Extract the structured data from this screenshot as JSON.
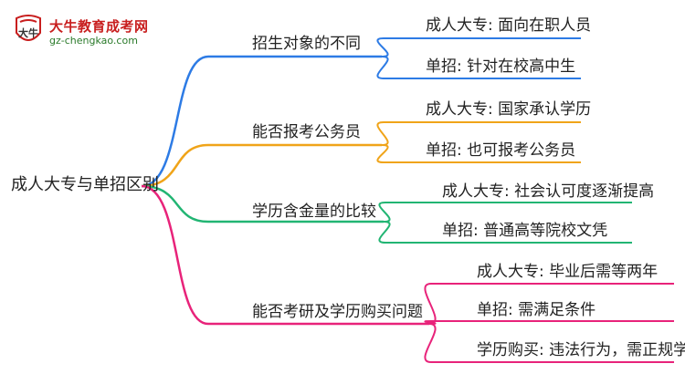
{
  "logo": {
    "title": "大牛教育成考网",
    "url": "gz-chengkao.com",
    "mark_text": "大牛"
  },
  "root": {
    "label": "成人大专与单招区别"
  },
  "branches": [
    {
      "label": "招生对象的不同",
      "color": "#2d7be5",
      "children": [
        {
          "label": "成人大专: 面向在职人员"
        },
        {
          "label": "单招: 针对在校高中生"
        }
      ]
    },
    {
      "label": "能否报考公务员",
      "color": "#f0a419",
      "children": [
        {
          "label": "成人大专: 国家承认学历"
        },
        {
          "label": "单招: 也可报考公务员"
        }
      ]
    },
    {
      "label": "学历含金量的比较",
      "color": "#22b573",
      "children": [
        {
          "label": "成人大专: 社会认可度逐渐提高"
        },
        {
          "label": "单招: 普通高等院校文凭"
        }
      ]
    },
    {
      "label": "能否考研及学历购买问题",
      "color": "#e8237a",
      "children": [
        {
          "label": "成人大专: 毕业后需等两年"
        },
        {
          "label": "单招: 需满足条件"
        },
        {
          "label": "学历购买: 违法行为，需正规学习"
        }
      ]
    }
  ]
}
